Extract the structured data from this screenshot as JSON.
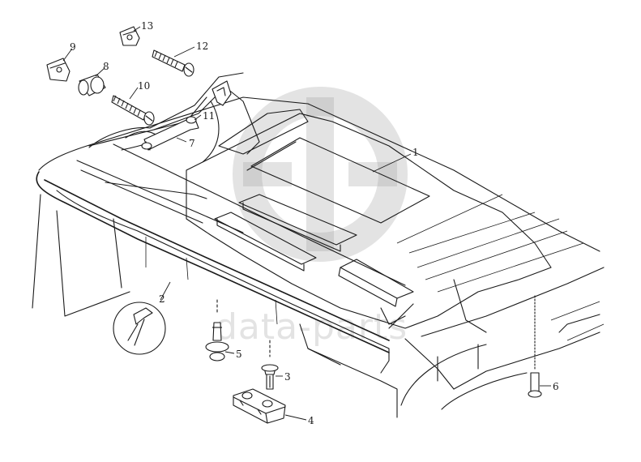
{
  "diagram": {
    "callouts": [
      {
        "id": "1",
        "label": "1"
      },
      {
        "id": "2",
        "label": "2"
      },
      {
        "id": "3",
        "label": "3"
      },
      {
        "id": "4",
        "label": "4"
      },
      {
        "id": "5",
        "label": "5"
      },
      {
        "id": "6",
        "label": "6"
      },
      {
        "id": "7",
        "label": "7"
      },
      {
        "id": "8",
        "label": "8"
      },
      {
        "id": "9",
        "label": "9"
      },
      {
        "id": "10",
        "label": "10"
      },
      {
        "id": "11",
        "label": "11"
      },
      {
        "id": "12",
        "label": "12"
      },
      {
        "id": "13",
        "label": "13"
      }
    ]
  },
  "watermark": {
    "text": "data-parts"
  }
}
